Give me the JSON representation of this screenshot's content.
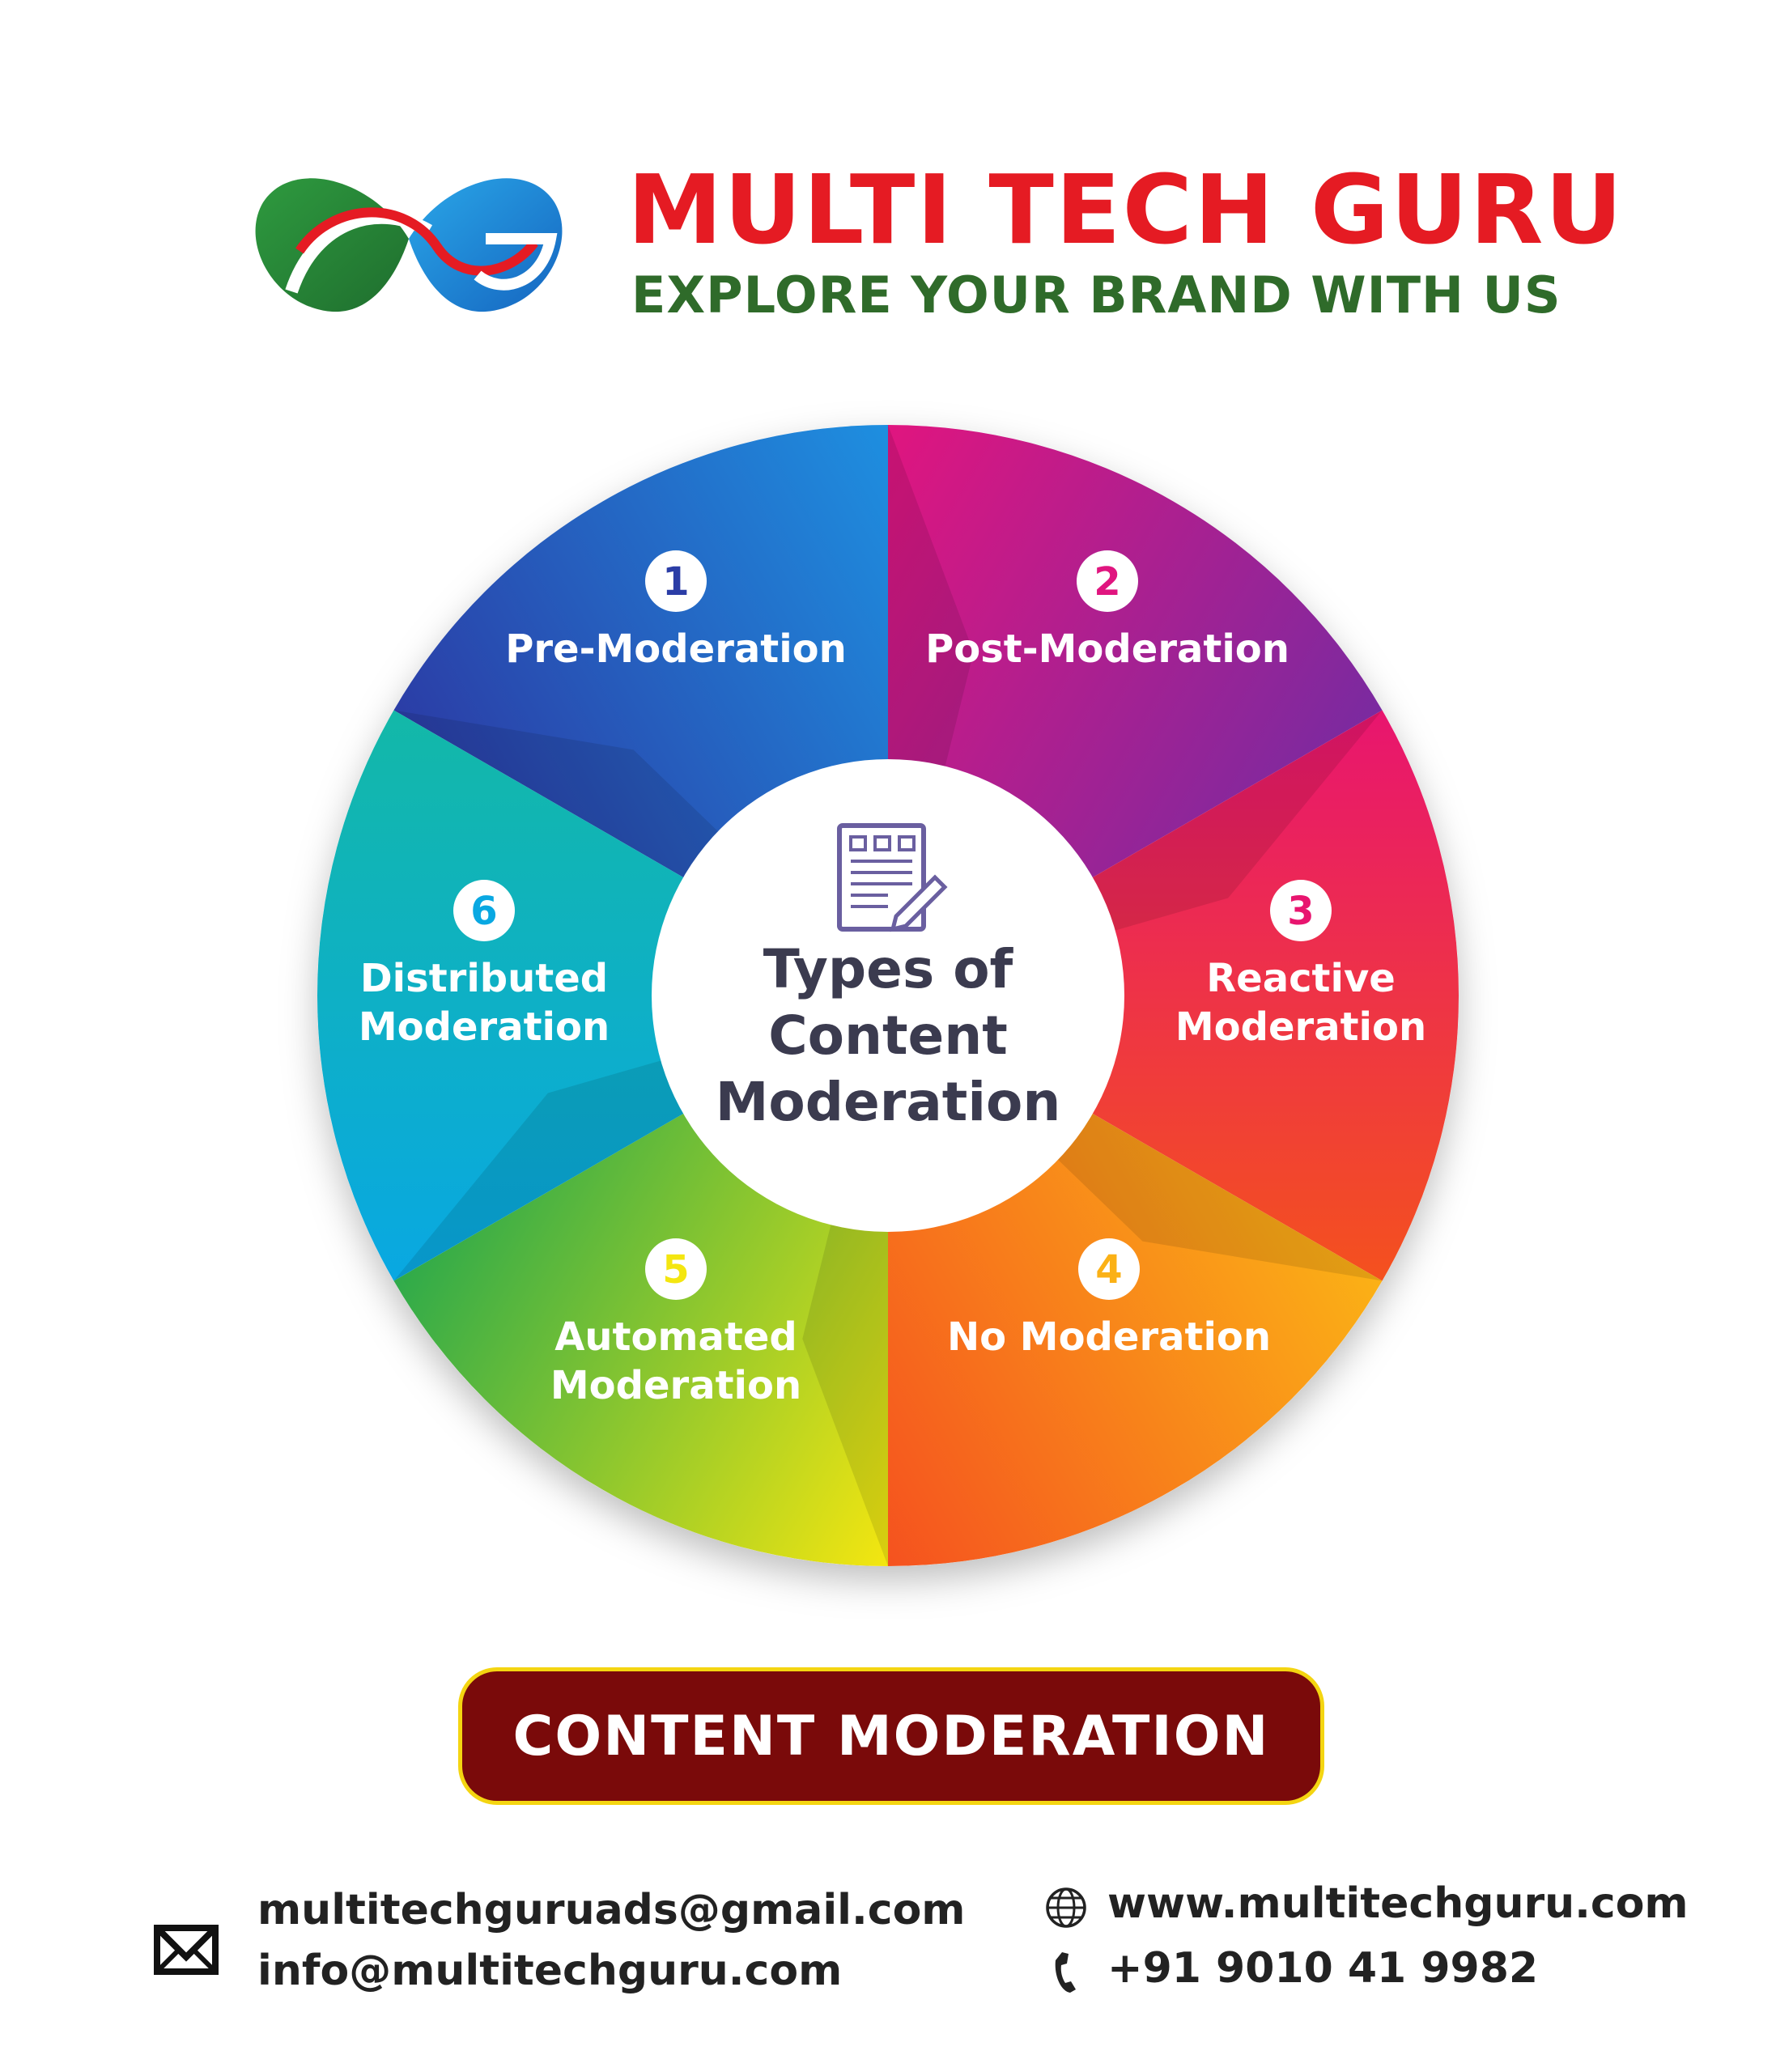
{
  "brand": {
    "title": "MULTI TECH GURU",
    "tagline": "EXPLORE YOUR BRAND WITH US",
    "logo_icon": "infinity-leaf-logo",
    "colors": {
      "red": "#e51b23",
      "green": "#2f6b2a",
      "blue": "#1e88e5"
    }
  },
  "diagram": {
    "center_title": "Types of Content Moderation",
    "center_title_lines": [
      "Types of",
      "Content",
      "Moderation"
    ],
    "center_icon": "document-edit-icon",
    "segments": [
      {
        "number": "1",
        "lines": [
          "Pre-Moderation"
        ],
        "label": "Pre-Moderation",
        "color_start": "#2b3da6",
        "color_end": "#1e8fe0"
      },
      {
        "number": "2",
        "lines": [
          "Post-Moderation"
        ],
        "label": "Post-Moderation",
        "color_start": "#e0157f",
        "color_end": "#7a2aa0"
      },
      {
        "number": "3",
        "lines": [
          "Reactive",
          "Moderation"
        ],
        "label": "Reactive Moderation",
        "color_start": "#e8156f",
        "color_end": "#f4511e"
      },
      {
        "number": "4",
        "lines": [
          "No Moderation"
        ],
        "label": "No Moderation",
        "color_start": "#fbb116",
        "color_end": "#f5521f"
      },
      {
        "number": "5",
        "lines": [
          "Automated",
          "Moderation"
        ],
        "label": "Automated Moderation",
        "color_start": "#f4e610",
        "color_end": "#2eaa4a"
      },
      {
        "number": "6",
        "lines": [
          "Distributed",
          "Moderation"
        ],
        "label": "Distributed Moderation",
        "color_start": "#09a8e2",
        "color_end": "#13b8a8"
      }
    ]
  },
  "banner": {
    "label": "CONTENT MODERATION"
  },
  "contact": {
    "email_primary": "multitechguruads@gmail.com",
    "email_secondary": "info@multitechguru.com",
    "website": "www.multitechguru.com",
    "phone": "+91 9010 41 9982",
    "email_icon": "mail-icon",
    "web_icon": "globe-icon",
    "phone_icon": "phone-icon"
  }
}
